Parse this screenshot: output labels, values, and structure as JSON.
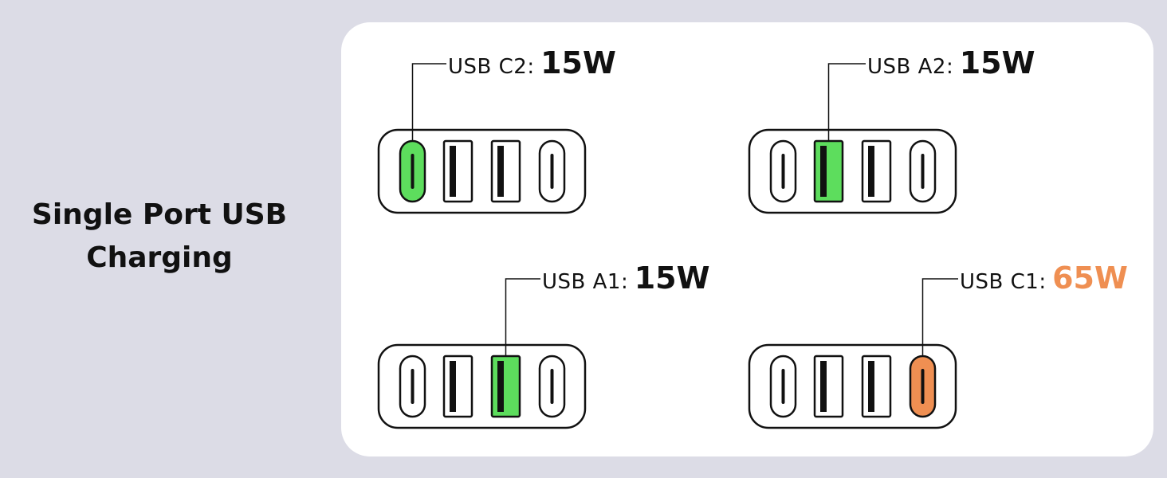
{
  "headline": {
    "line1": "Single Port USB",
    "line2": "Charging"
  },
  "colors": {
    "background": "#dcdce6",
    "panel": "#ffffff",
    "active_standard": "#5ddd5d",
    "active_high": "#ef8f52",
    "watt_high": "#ef8f52",
    "outline": "#111111"
  },
  "port_layout": [
    "USB-C",
    "USB-A",
    "USB-A",
    "USB-C"
  ],
  "scenarios": [
    {
      "port": "USB C2",
      "watt": "15W",
      "active_index": 0,
      "level": "standard"
    },
    {
      "port": "USB A2",
      "watt": "15W",
      "active_index": 1,
      "level": "standard"
    },
    {
      "port": "USB A1",
      "watt": "15W",
      "active_index": 2,
      "level": "standard"
    },
    {
      "port": "USB C1",
      "watt": "65W",
      "active_index": 3,
      "level": "high"
    }
  ]
}
